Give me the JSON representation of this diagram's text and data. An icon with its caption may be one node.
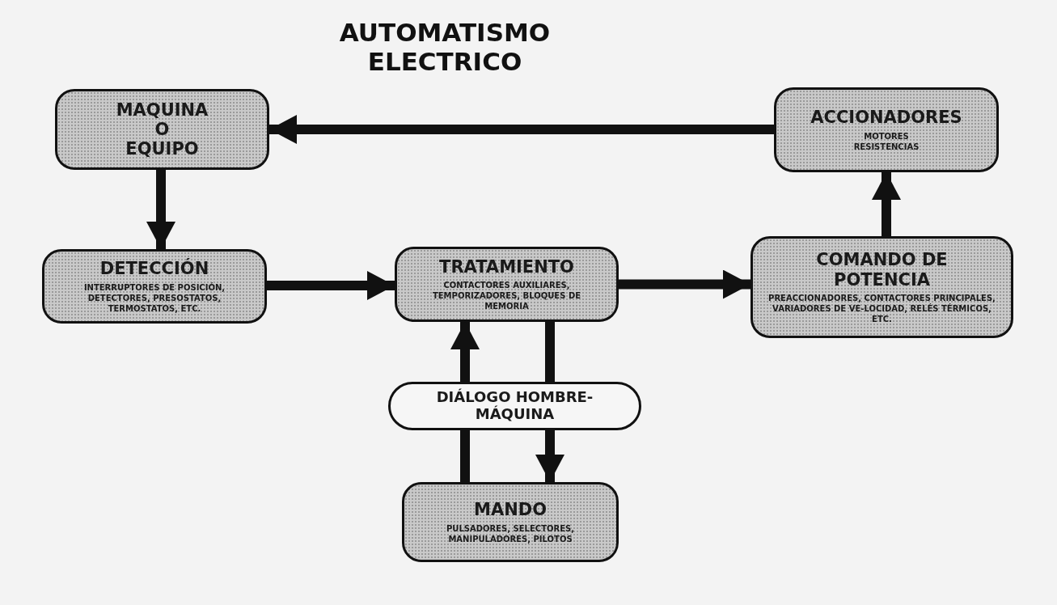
{
  "diagram": {
    "title": "AUTOMATISMO ELECTRICO",
    "nodes": [
      {
        "text": [
          "MAQUINA O EQUIPO"
        ]
      },
      {
        "text": [
          "ACCIONADORES",
          "MOTORES RESISTENCIAS"
        ]
      },
      {
        "text": [
          "DETECCIÓN",
          "INTERRUPTORES DE POSICIÓN, DETECTORES, PRESOSTATOS, TERMOSTATOS, ETC."
        ]
      },
      {
        "text": [
          "TRATAMIENTO",
          "CONTACTORES AUXILIARES, TEMPORIZADORES, BLOQUES DE MEMORIA"
        ]
      },
      {
        "text": [
          "COMANDO DE POTENCIA",
          "PREACCIONADORES, CONTACTORES PRINCIPALES, VARIADORES DE VE-LOCIDAD, RELÉS TÉRMICOS, ETC."
        ]
      },
      {
        "text": [
          "DIÁLOGO HOMBRE-MÁQUINA"
        ]
      },
      {
        "text": [
          "MANDO",
          "PULSADORES, SELECTORES, MANIPULADORES, PILOTOS"
        ]
      }
    ],
    "edges": [
      {
        "from": 1,
        "to": 0,
        "arrow": "to"
      },
      {
        "from": 0,
        "to": 2,
        "arrow": "to"
      },
      {
        "from": 2,
        "to": 3,
        "arrow": "to"
      },
      {
        "from": 3,
        "to": 4,
        "arrow": "to"
      },
      {
        "from": 4,
        "to": 1,
        "arrow": "to"
      },
      {
        "from": 6,
        "to": 5,
        "arrow": "none"
      },
      {
        "from": 5,
        "to": 3,
        "arrow": "to"
      },
      {
        "from": 3,
        "to": 5,
        "arrow": "none"
      },
      {
        "from": 5,
        "to": 6,
        "arrow": "to"
      }
    ]
  }
}
